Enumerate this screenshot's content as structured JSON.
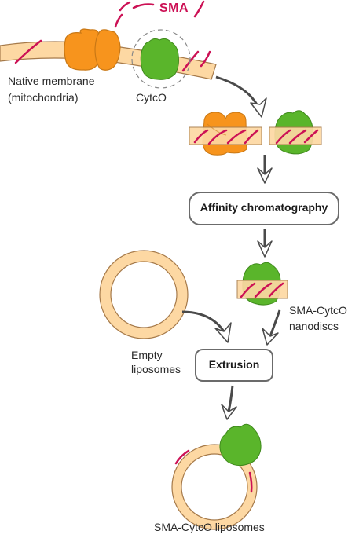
{
  "labels": {
    "sma": "SMA",
    "native_membrane_line1": "Native membrane",
    "native_membrane_line2": "(mitochondria)",
    "cytco": "CytcO",
    "affinity": "Affinity chromatography",
    "sma_cytco_nanodiscs_line1": "SMA-CytcO",
    "sma_cytco_nanodiscs_line2": "nanodiscs",
    "empty_liposomes_line1": "Empty",
    "empty_liposomes_line2": "liposomes",
    "extrusion": "Extrusion",
    "sma_cytco_liposomes": "SMA-CytcO liposomes"
  },
  "colors": {
    "membrane_fill": "#fdd8a3",
    "membrane_stroke": "#a67a4a",
    "orange_protein": "#f7941d",
    "green_protein": "#5ab52b",
    "sma_polymer": "#cc1155",
    "arrow": "#4a4a4a",
    "box_stroke": "#6b6b6b"
  }
}
